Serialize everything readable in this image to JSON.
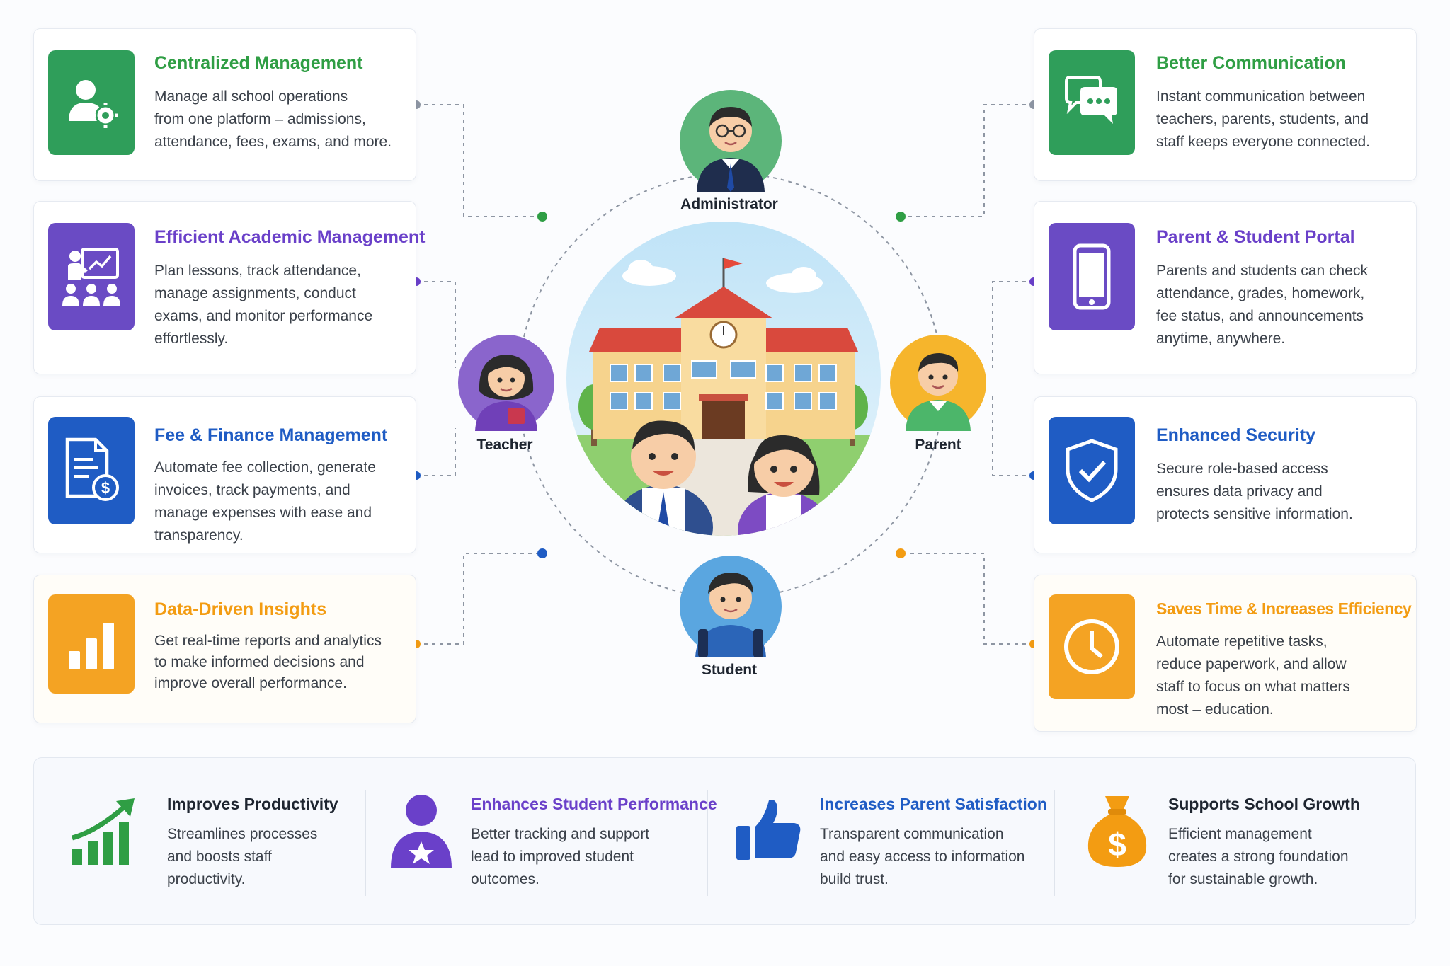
{
  "left_cards": [
    {
      "title": "Centralized Management",
      "lines": [
        "Manage all school operations",
        "from one platform – admissions,",
        "attendance, fees, exams, and more."
      ],
      "icon": "user-gear-icon",
      "color": "#2f9e5a"
    },
    {
      "title": "Efficient Academic Management",
      "lines": [
        "Plan lessons, track attendance,",
        "manage assignments, conduct",
        "exams, and monitor performance",
        "effortlessly."
      ],
      "icon": "teacher-board-icon",
      "color": "#6a4bc4"
    },
    {
      "title": "Fee & Finance Management",
      "lines": [
        "Automate fee collection, generate",
        "invoices, track payments, and",
        "manage expenses with ease and",
        "transparency."
      ],
      "icon": "invoice-dollar-icon",
      "color": "#1f5cc4"
    },
    {
      "title": "Data-Driven Insights",
      "lines": [
        "Get real-time reports and analytics",
        "to make informed decisions and",
        "improve overall performance."
      ],
      "icon": "bar-chart-icon",
      "color": "#f4a323"
    }
  ],
  "right_cards": [
    {
      "title": "Better Communication",
      "lines": [
        "Instant communication between",
        "teachers, parents, students, and",
        "staff keeps everyone connected."
      ],
      "icon": "chat-bubbles-icon",
      "color": "#2f9e5a"
    },
    {
      "title": "Parent & Student Portal",
      "lines": [
        "Parents and students can check",
        "attendance, grades, homework,",
        "fee status, and announcements",
        "anytime, anywhere."
      ],
      "icon": "mobile-phone-icon",
      "color": "#6a4bc4"
    },
    {
      "title": "Enhanced Security",
      "lines": [
        "Secure role-based access",
        "ensures data privacy and",
        "protects sensitive information."
      ],
      "icon": "shield-check-icon",
      "color": "#1f5cc4"
    },
    {
      "title": "Saves Time & Increases Efficiency",
      "lines": [
        "Automate repetitive tasks,",
        "reduce paperwork, and allow",
        "staff to focus on what matters",
        "most – education."
      ],
      "icon": "clock-icon",
      "color": "#f4a323"
    }
  ],
  "roles": {
    "administrator": "Administrator",
    "teacher": "Teacher",
    "parent": "Parent",
    "student": "Student"
  },
  "benefits": [
    {
      "title": "Improves Productivity",
      "lines": [
        "Streamlines processes",
        "and boosts staff",
        "productivity."
      ],
      "icon": "growth-chart-icon",
      "color": "#2f9e44"
    },
    {
      "title": "Enhances Student Performance",
      "lines": [
        "Better tracking and support",
        "lead to improved student",
        "outcomes."
      ],
      "icon": "student-star-icon",
      "color": "#6a40c9"
    },
    {
      "title": "Increases Parent Satisfaction",
      "lines": [
        "Transparent communication",
        "and easy access to information",
        "build trust."
      ],
      "icon": "thumbs-up-icon",
      "color": "#1f5cc4"
    },
    {
      "title": "Supports School Growth",
      "lines": [
        "Efficient management",
        "creates a strong foundation",
        "for sustainable growth."
      ],
      "icon": "money-bag-icon",
      "color": "#f39c12"
    }
  ]
}
